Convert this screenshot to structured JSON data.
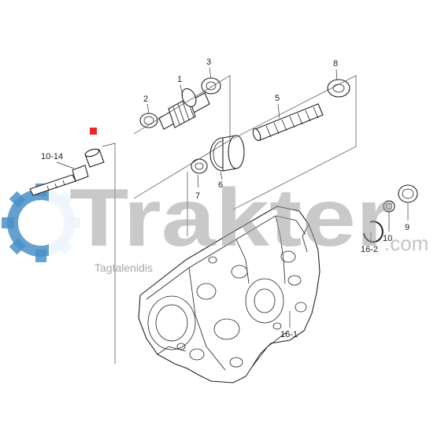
{
  "watermark": {
    "brand": "Trakter",
    "domain": ".com",
    "owner": "Tagtalenidis",
    "accent_color": "#4a90c8",
    "text_color": "#9e9e9e"
  },
  "labels": {
    "p1": "1",
    "p2": "2",
    "p3": "3",
    "p5": "5",
    "p6": "6",
    "p7": "7",
    "p8": "8",
    "p9": "9",
    "p10": "10",
    "p10_14": "10-14",
    "p16_1": "16-1",
    "p16_2": "16-2"
  },
  "highlight": {
    "color": "#e8262a"
  }
}
